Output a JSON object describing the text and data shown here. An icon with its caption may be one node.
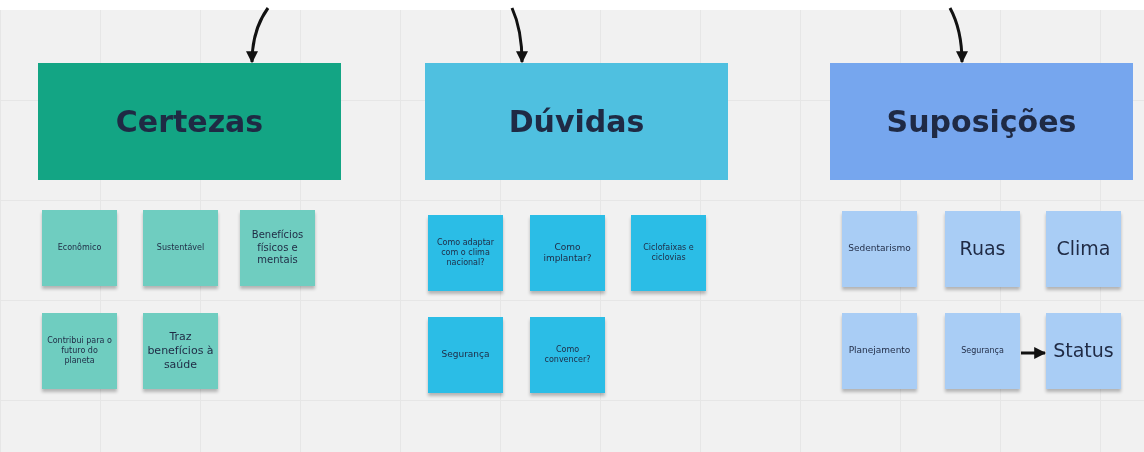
{
  "diagram": {
    "nodes": [
      {
        "text": [
          "Certezas"
        ]
      },
      {
        "text": [
          "Dúvidas"
        ]
      },
      {
        "text": [
          "Suposições"
        ]
      },
      {
        "text": [
          "Econômico"
        ]
      },
      {
        "text": [
          "Sustentável"
        ]
      },
      {
        "text": [
          "Benefícios físicos e mentais"
        ]
      },
      {
        "text": [
          "Contribui para o futuro do planeta"
        ]
      },
      {
        "text": [
          "Traz benefícios à saúde"
        ]
      },
      {
        "text": [
          "Como adaptar com o clima nacional?"
        ]
      },
      {
        "text": [
          "Como implantar?"
        ]
      },
      {
        "text": [
          "Ciclofaixas e ciclovias"
        ]
      },
      {
        "text": [
          "Segurança"
        ]
      },
      {
        "text": [
          "Como convencer?"
        ]
      },
      {
        "text": [
          "Sedentarismo"
        ]
      },
      {
        "text": [
          "Ruas"
        ]
      },
      {
        "text": [
          "Clima"
        ]
      },
      {
        "text": [
          "Planejamento"
        ]
      },
      {
        "text": [
          "Segurança"
        ]
      },
      {
        "text": [
          "Status"
        ]
      }
    ],
    "edges": [
      {
        "from": null,
        "to": 0,
        "arrow": "to"
      },
      {
        "from": null,
        "to": 1,
        "arrow": "to"
      },
      {
        "from": null,
        "to": 2,
        "arrow": "to"
      },
      {
        "from": 17,
        "to": 18,
        "arrow": "to"
      }
    ]
  }
}
